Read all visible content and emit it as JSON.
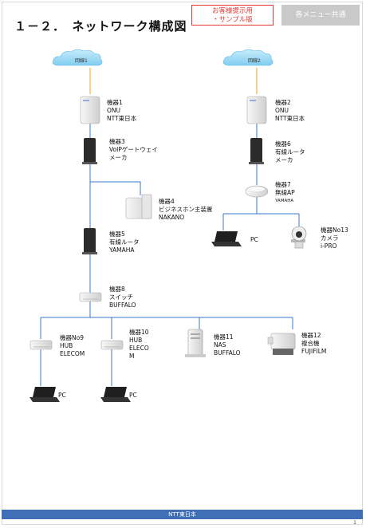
{
  "header": {
    "title": "１－２．　ネットワーク構成図",
    "sample_line1": "お客様提示用",
    "sample_line2": "・サンプル版",
    "common_label": "各メニュー共通"
  },
  "clouds": {
    "line1": "回線1",
    "line2": "回線2"
  },
  "devices": {
    "d1": {
      "line1": "機器1",
      "line2": "ONU",
      "line3": "NTT東日本"
    },
    "d2": {
      "line1": "機器2",
      "line2": "ONU",
      "line3": "NTT東日本"
    },
    "d3": {
      "line1": "機器3",
      "line2": "VoIPゲートウェイ",
      "line3": "メーカ"
    },
    "d4": {
      "line1": "機器4",
      "line2": "ビジネスホン主装置",
      "line3": "NAKANO"
    },
    "d5": {
      "line1": "機器5",
      "line2": "有線ルータ",
      "line3": "YAMAHA"
    },
    "d6": {
      "line1": "機器6",
      "line2": "有線ルータ",
      "line3": "メーカ"
    },
    "d7": {
      "line1": "機器7",
      "line2": "無線AP",
      "line3": "YAMAHA"
    },
    "d8": {
      "line1": "機器8",
      "line2": "スイッチ",
      "line3": "BUFFALO"
    },
    "d9": {
      "line1": "機器No9",
      "line2": "HUB",
      "line3": "ELECOM"
    },
    "d10": {
      "line1": "機器10",
      "line2": "HUB",
      "line3": "ELECO",
      "line4": "M"
    },
    "d11": {
      "line1": "機器11",
      "line2": "NAS",
      "line3": "BUFFALO"
    },
    "d12": {
      "line1": "機器12",
      "line2": "複合機",
      "line3": "FUJIFILM"
    },
    "d13": {
      "line1": "機器No13",
      "line2": "カメラ",
      "line3": "i-PRO"
    }
  },
  "pcs": {
    "pc_wireless": "PC",
    "pc_hub9": "PC",
    "pc_hub10": "PC"
  },
  "footer": {
    "company": "NTT東日本",
    "page": "1"
  },
  "colors": {
    "line": "#3a78c9",
    "wan_line": "#f3b23c",
    "cloud": "#8ad3f2",
    "footer": "#3f6fb6",
    "sample_red": "#e53935"
  }
}
